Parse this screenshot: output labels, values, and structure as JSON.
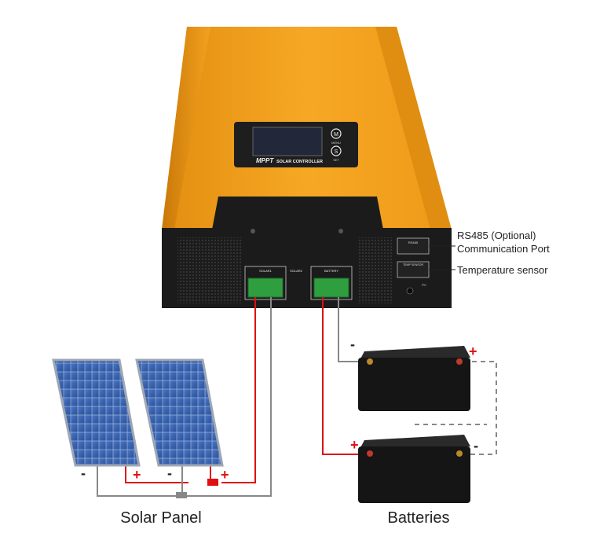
{
  "controller": {
    "brand_line1": "MPPT",
    "brand_line2": "SOLAR CONTROLLER",
    "button_m_letter": "M",
    "button_m_label": "MENU",
    "button_s_letter": "S",
    "button_s_label": "SET",
    "port_labels": {
      "rs485": "RS485",
      "temp_sensor": "TEMP SENSOR",
      "pv": "PV"
    },
    "terminal_labels": {
      "solar1": "SOLAR1",
      "solar2": "SOLAR2",
      "battery": "BATTERY"
    }
  },
  "callouts": {
    "rs485_line1": "RS485 (Optional)",
    "rs485_line2": "Communication Port",
    "temperature_sensor": "Temperature sensor"
  },
  "signs": {
    "plus": "+",
    "minus": "-"
  },
  "captions": {
    "solar_panel": "Solar Panel",
    "batteries": "Batteries"
  },
  "colors": {
    "housing_orange": "#f5a21e",
    "housing_dark": "#1b1b1b",
    "terminal_green": "#2f9e3f",
    "wire_positive": "#e01010",
    "wire_negative": "#7a7a7a",
    "panel_blue": "#3a66b4",
    "battery_black": "#151515"
  }
}
